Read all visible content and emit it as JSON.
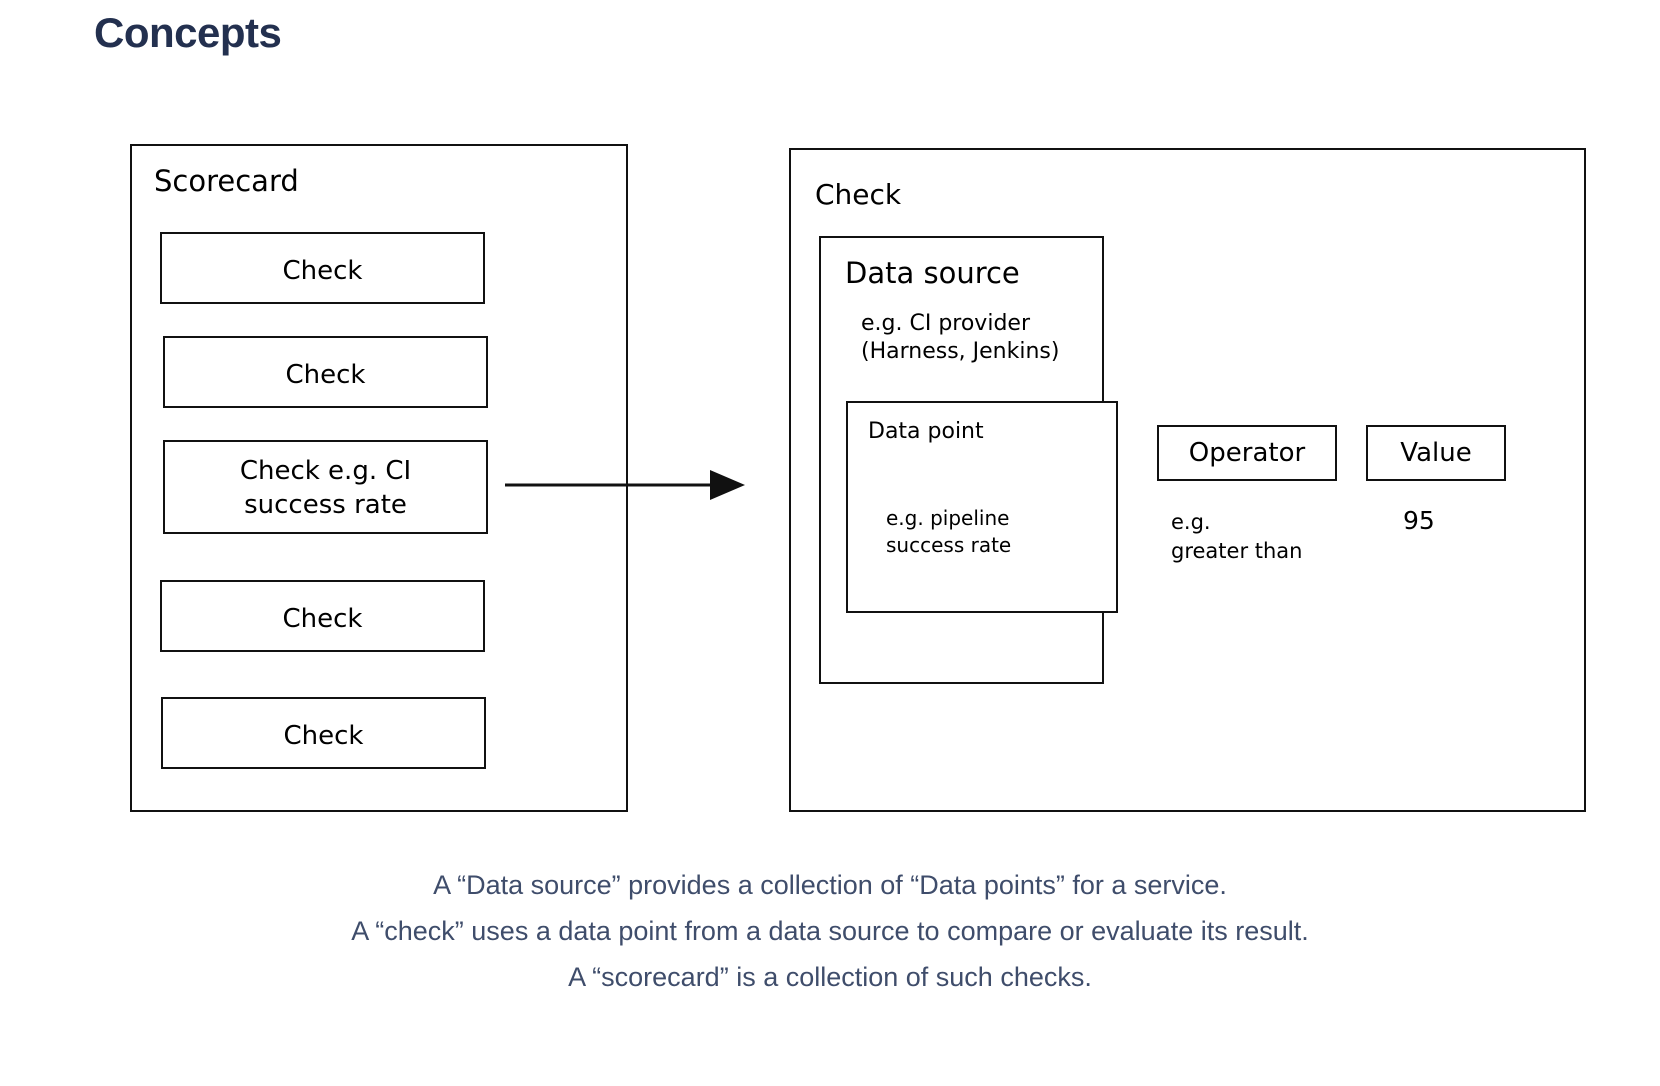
{
  "page": {
    "title": "Concepts",
    "title_color": "#23304f",
    "background": "#ffffff",
    "stroke_color": "#111111",
    "caption_color": "#3f4d6b"
  },
  "diagram": {
    "scorecard": {
      "label": "Scorecard",
      "checks": [
        {
          "label": "Check"
        },
        {
          "label": "Check"
        },
        {
          "label": "Check e.g. CI",
          "label_line2": "success rate"
        },
        {
          "label": "Check"
        },
        {
          "label": "Check"
        }
      ]
    },
    "arrow": {
      "name": "scorecard-to-check-arrow",
      "direction": "right"
    },
    "check": {
      "label": "Check",
      "data_source": {
        "label": "Data source",
        "note_line1": "e.g. CI provider",
        "note_line2": "(Harness, Jenkins)",
        "data_point": {
          "label": "Data point",
          "note_line1": "e.g. pipeline",
          "note_line2": "success rate"
        }
      },
      "operator": {
        "label": "Operator",
        "note_line1": "e.g.",
        "note_line2": "greater than"
      },
      "value": {
        "label": "Value",
        "note": "95"
      }
    }
  },
  "caption": {
    "line1": "A “Data source” provides a collection of “Data points” for a service.",
    "line2": "A “check” uses a data point from a data source to compare or evaluate its result.",
    "line3": "A “scorecard” is a collection of such checks."
  }
}
